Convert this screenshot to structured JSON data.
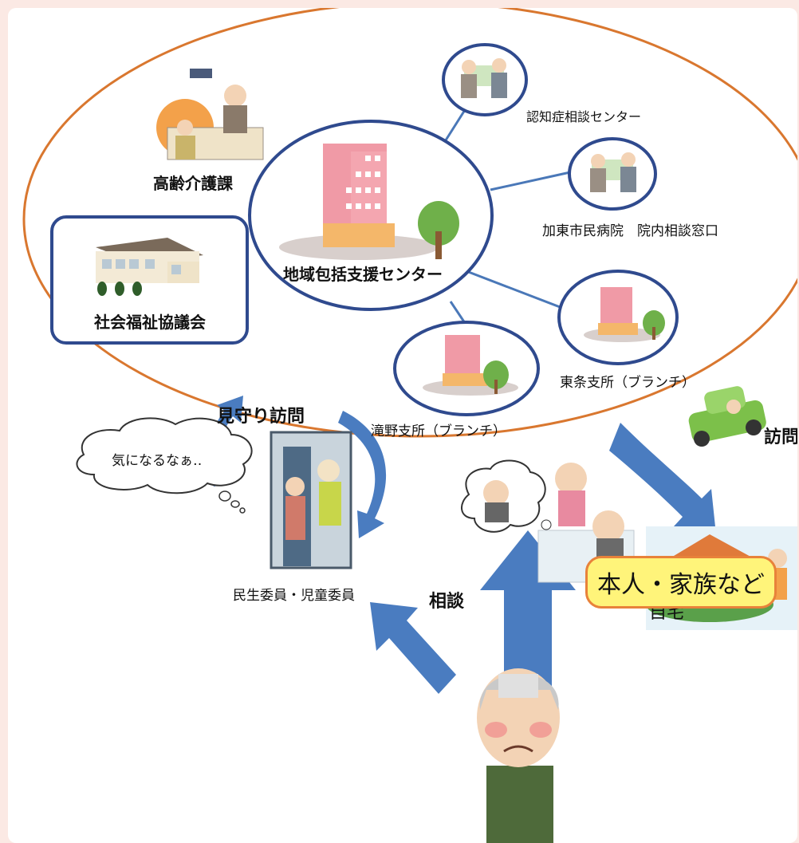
{
  "diagram": {
    "nodes": {
      "center": "地域包括支援センター",
      "elderly_care": "高齢介護課",
      "welfare_council": "社会福祉協議会",
      "dementia_center": "認知症相談センター",
      "hospital": "加東市民病院　院内相談窓口",
      "tojo_branch": "東条支所（ブランチ）",
      "takino_branch": "滝野支所（ブランチ）",
      "welfare_commissioner": "民生委員・児童委員",
      "home": "自宅",
      "person": "本人・家族など"
    },
    "arrows": {
      "watch_visit": "見守り訪問",
      "consult": "相談",
      "visit": "訪問"
    },
    "thought_bubble": "気になるなぁ‥",
    "colors": {
      "outer_ellipse": "#d9772f",
      "circle_stroke": "#2f4a8e",
      "arrow_fill": "#4a7cc0",
      "building_pink": "#f09aa6",
      "building_orange": "#f4b76a",
      "tree_green": "#6fb04a",
      "pill_fill": "#fff47a",
      "pill_border": "#e8823a"
    }
  }
}
